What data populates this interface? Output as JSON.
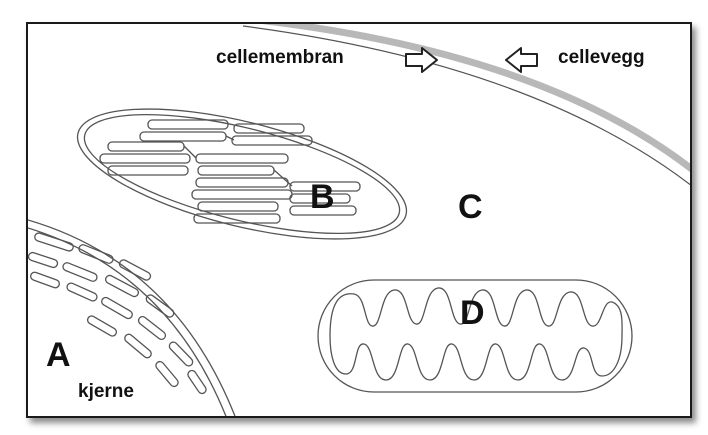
{
  "labels": {
    "membrane": "cellemembran",
    "wall": "cellevegg",
    "nucleus_letter": "A",
    "nucleus": "kjerne",
    "chloroplast_letter": "B",
    "cytoplasm_letter": "C",
    "mitochondrion_letter": "D"
  },
  "colors": {
    "outline": "#555555",
    "wall": "#b8b8b8",
    "text": "#111111"
  }
}
